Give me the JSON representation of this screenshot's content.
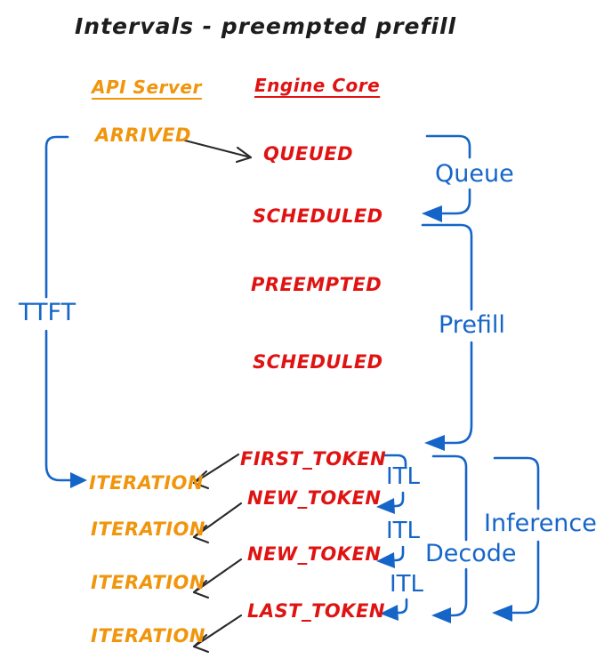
{
  "title": "Intervals - preempted prefill",
  "colors": {
    "api_server_orange": "#F0950C",
    "engine_core_red": "#E01313",
    "interval_blue": "#1565C8",
    "arrow_black": "#2a2a2a"
  },
  "columns": {
    "api_server": "API Server",
    "engine_core": "Engine Core"
  },
  "api_events": {
    "arrived": "ARRIVED",
    "iterations": [
      "ITERATION",
      "ITERATION",
      "ITERATION",
      "ITERATION"
    ]
  },
  "engine_events": {
    "queued": "QUEUED",
    "scheduled_1": "SCHEDULED",
    "preempted": "PREEMPTED",
    "scheduled_2": "SCHEDULED",
    "first_token": "FIRST_TOKEN",
    "new_token_1": "NEW_TOKEN",
    "new_token_2": "NEW_TOKEN",
    "last_token": "LAST_TOKEN"
  },
  "intervals": {
    "ttft": "TTFT",
    "queue": "Queue",
    "prefill": "Prefill",
    "itl": [
      "ITL",
      "ITL",
      "ITL"
    ],
    "decode": "Decode",
    "inference": "Inference"
  }
}
